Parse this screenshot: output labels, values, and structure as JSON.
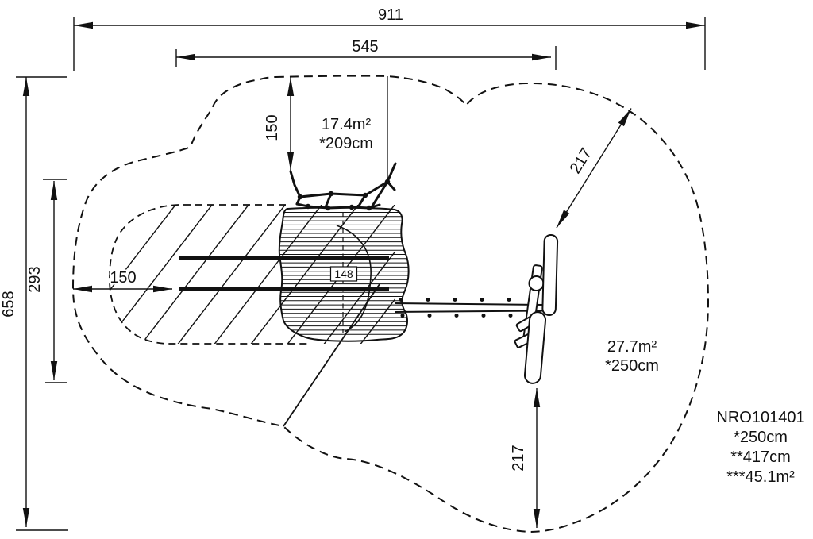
{
  "dimensions": {
    "overall_width": "911",
    "inner_width": "545",
    "overall_depth": "658",
    "left_zone_depth": "293",
    "top_clearance": "150",
    "left_clearance": "150",
    "swing_radius": "217",
    "swing_bottom_clearance": "217"
  },
  "zones": {
    "left": {
      "area": "17.4m²",
      "height": "*209cm"
    },
    "right": {
      "area": "27.7m²",
      "height": "*250cm"
    }
  },
  "equipment": {
    "platform_height_label": "148"
  },
  "info_block": {
    "product_code": "NRO101401",
    "line2": "*250cm",
    "line3": "**417cm",
    "line4": "***45.1m²"
  }
}
